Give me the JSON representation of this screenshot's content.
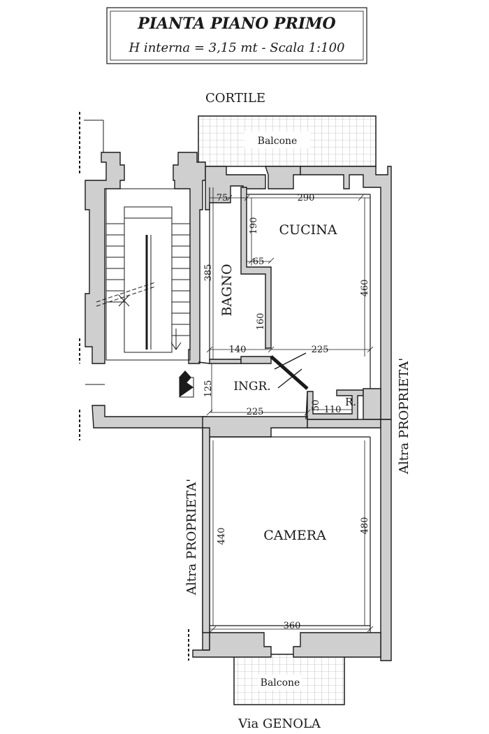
{
  "header": {
    "title": "PIANTA PIANO PRIMO",
    "subtitle": "H interna = 3,15 mt - Scala 1:100"
  },
  "orientation": {
    "top": "CORTILE",
    "bottom": "Via GENOLA",
    "right": "Altra PROPRIETA'",
    "left": "Altra PROPRIETA'"
  },
  "rooms": {
    "balcony_top": "Balcone",
    "balcony_bottom": "Balcone",
    "kitchen": "CUCINA",
    "bathroom": "BAGNO",
    "entrance": "INGR.",
    "bedroom": "CAMERA",
    "closet": "R."
  },
  "dimensions": {
    "d75": "75",
    "d290": "290",
    "d190": "190",
    "d65": "65",
    "d385": "385",
    "d460": "460",
    "d160": "160",
    "d140": "140",
    "d225_upper": "225",
    "d125": "125",
    "d225_lower": "225",
    "d50": "50",
    "d110": "110",
    "d440": "440",
    "d480": "480",
    "d360": "360"
  },
  "colors": {
    "wall_fill": "#cfcfcf",
    "line": "#1a1a1a",
    "background": "#ffffff"
  }
}
